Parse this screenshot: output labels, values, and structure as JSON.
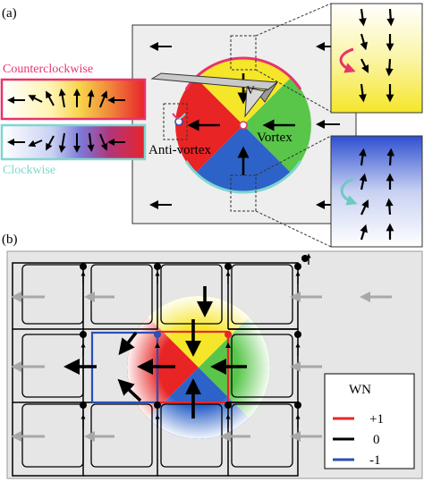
{
  "panel_a": {
    "label": "(a)",
    "counterclockwise_label": "Counterclockwise",
    "clockwise_label": "Clockwise",
    "voltage_label": "-V",
    "vortex_label": "Vortex",
    "antivortex_label": "Anti-vortex"
  },
  "panel_b": {
    "label": "(b)",
    "legend": {
      "title": "WN",
      "items": [
        {
          "label": "+1",
          "color": "#e8262a"
        },
        {
          "label": "0",
          "color": "#000000"
        },
        {
          "label": "-1",
          "color": "#2b4fb8"
        }
      ]
    }
  },
  "colors": {
    "sector_yellow": "#f5e62a",
    "sector_green": "#59c64a",
    "sector_blue": "#2d63c8",
    "sector_red": "#e82424",
    "ccw_frame": "#e8336b",
    "cw_frame": "#7fd6cf",
    "gray_arrow": "#a8a8a8",
    "panel_bg": "#eeeeee"
  }
}
